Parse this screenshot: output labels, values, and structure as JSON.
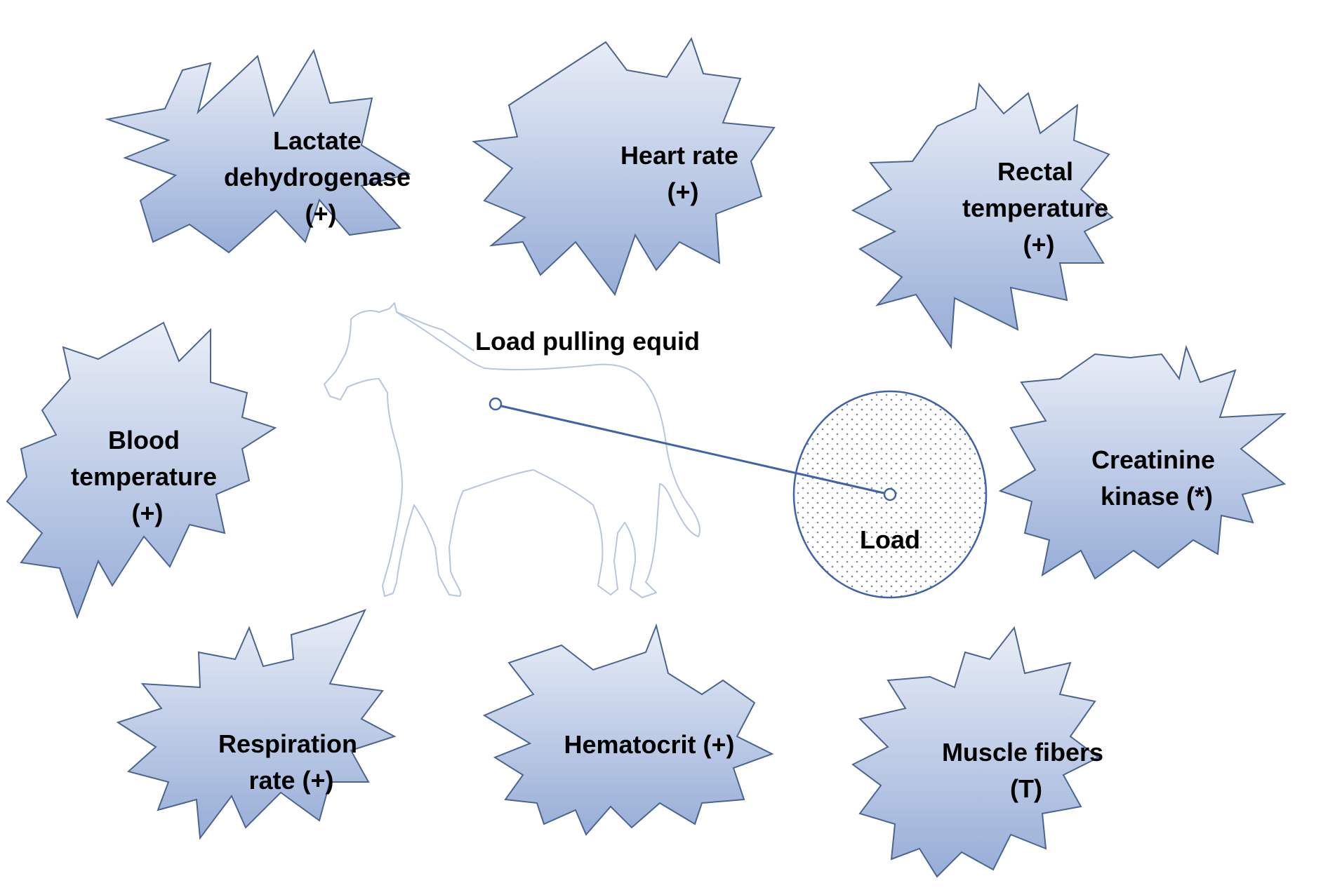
{
  "colors": {
    "burst_top": "#e9eef7",
    "burst_bottom": "#97add7",
    "burst_stroke": "#4a6590",
    "connector": "#3e63a8",
    "horse_outline": "#b7c6dc",
    "load_stroke": "#3e63a8",
    "load_dots": "#7d8796"
  },
  "title": "Load pulling equid",
  "load": {
    "label": "Load"
  },
  "bursts": [
    {
      "id": "lactate-dehydrogenase",
      "lines": [
        "Lactate",
        "dehydrogenase",
        "(+)"
      ]
    },
    {
      "id": "heart-rate",
      "lines": [
        "Heart rate",
        "(+)"
      ]
    },
    {
      "id": "rectal-temperature",
      "lines": [
        "Rectal",
        "temperature",
        "(+)"
      ]
    },
    {
      "id": "blood-temperature",
      "lines": [
        "Blood",
        "temperature",
        "(+)"
      ]
    },
    {
      "id": "creatinine-kinase",
      "lines": [
        "Creatinine",
        "kinase (*)"
      ]
    },
    {
      "id": "respiration-rate",
      "lines": [
        "Respiration",
        "rate (+)"
      ]
    },
    {
      "id": "hematocrit",
      "lines": [
        "Hematocrit (+)"
      ]
    },
    {
      "id": "muscle-fibers",
      "lines": [
        "Muscle fibers",
        "(T)"
      ]
    }
  ]
}
